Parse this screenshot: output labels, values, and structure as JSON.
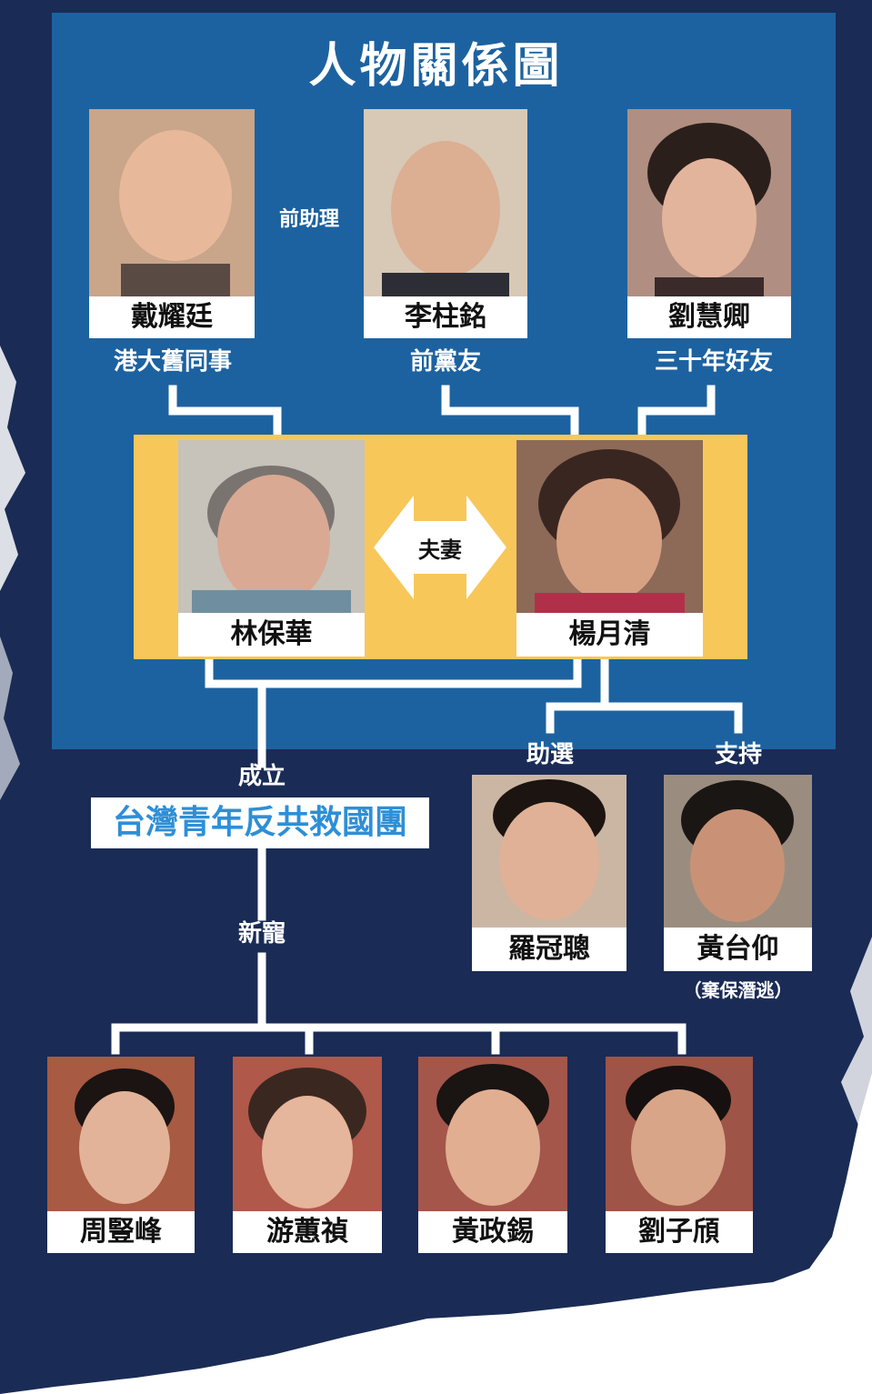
{
  "title": "人物關係圖",
  "colors": {
    "navy": "#1a2b55",
    "blue_panel": "#1d62a0",
    "couple_highlight": "#f8c75a",
    "org_text": "#2e8fd6",
    "line": "#ffffff"
  },
  "top_people": [
    {
      "name": "戴耀廷",
      "relation": "港大舊同事"
    },
    {
      "name": "李柱銘",
      "relation": "前黨友"
    },
    {
      "name": "劉慧卿",
      "relation": "三十年好友"
    }
  ],
  "aside_label": "前助理",
  "couple": {
    "left": "林保華",
    "right": "楊月清",
    "relation": "夫妻"
  },
  "founded_label": "成立",
  "organization": "台灣青年反共救國團",
  "new_favorite_label": "新寵",
  "supported_people": [
    {
      "name": "羅冠聰",
      "relation": "助選"
    },
    {
      "name": "黃台仰",
      "relation": "支持",
      "note": "（棄保潛逃）"
    }
  ],
  "bottom_people": [
    "周豎峰",
    "游蕙禎",
    "黃政錫",
    "劉子頎"
  ]
}
